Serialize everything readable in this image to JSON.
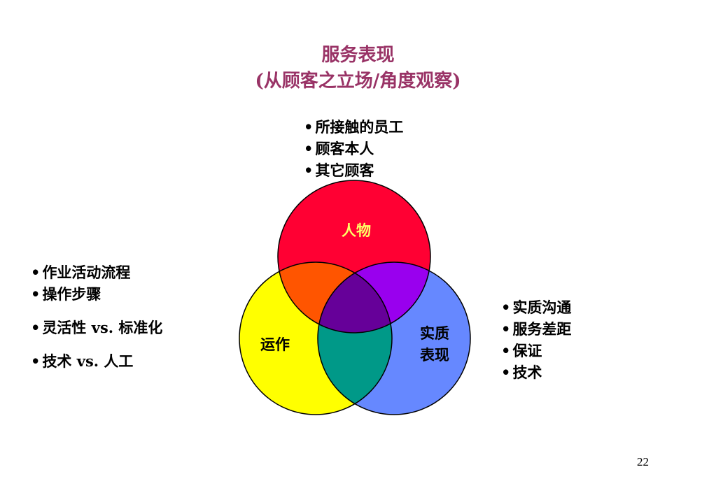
{
  "title": {
    "line1": "服务表现",
    "line2": "(从顾客之立场/角度观察)"
  },
  "colors": {
    "title": "#993366",
    "people_circle": "#ff0033",
    "operations_circle": "#ffff00",
    "physical_circle": "#6688ff",
    "overlap_people_operations": "#ff5500",
    "overlap_people_physical": "#9900ee",
    "overlap_operations_physical": "#009988",
    "overlap_center": "#660099"
  },
  "circles": {
    "people": "人物",
    "operations": "运作",
    "physical_line1": "实质",
    "physical_line2": "表现"
  },
  "lists": {
    "people": [
      {
        "bullet": "•",
        "text": "所接触的员工"
      },
      {
        "bullet": "•",
        "text": "顾客本人"
      },
      {
        "bullet": "•",
        "text": "其它顾客"
      }
    ],
    "operations": [
      {
        "bullet": "•",
        "text": "作业活动流程"
      },
      {
        "bullet": "•",
        "text": "操作步骤"
      },
      {
        "bullet": "•",
        "text": "灵活性 vs. 标准化"
      },
      {
        "bullet": "•",
        "text": "技术 vs. 人工"
      }
    ],
    "physical": [
      {
        "bullet": "•",
        "text": "实质沟通"
      },
      {
        "bullet": "•",
        "text": "服务差距"
      },
      {
        "bullet": "•",
        "text": "保证"
      },
      {
        "bullet": "•",
        "text": "技术"
      }
    ]
  },
  "page_number": "22"
}
